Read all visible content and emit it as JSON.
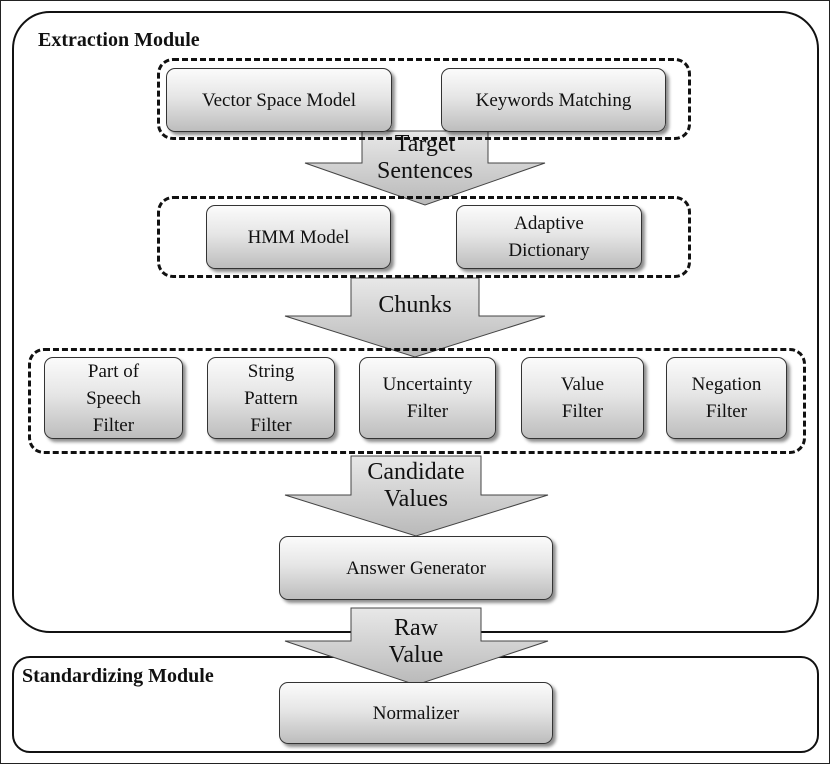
{
  "modules": {
    "extraction": {
      "title": "Extraction Module"
    },
    "standardizing": {
      "title": "Standardizing Module"
    }
  },
  "boxes": {
    "vector_space_model": "Vector Space Model",
    "keywords_matching": "Keywords Matching",
    "hmm_model": "HMM Model",
    "adaptive_dictionary": "Adaptive\nDictionary",
    "part_of_speech_filter": "Part of\nSpeech\nFilter",
    "string_pattern_filter": "String\nPattern\nFilter",
    "uncertainty_filter": "Uncertainty\nFilter",
    "value_filter": "Value\nFilter",
    "negation_filter": "Negation\nFilter",
    "answer_generator": "Answer Generator",
    "normalizer": "Normalizer"
  },
  "arrows": {
    "target_sentences": "Target\nSentences",
    "chunks": "Chunks",
    "candidate_values": "Candidate\nValues",
    "raw_value": "Raw\nValue"
  },
  "colors": {
    "box_top": "#fbfbfb",
    "box_bottom": "#bdbdbd",
    "arrow_top": "#e8e8e8",
    "arrow_bottom": "#b9b9b9",
    "border": "#111111"
  }
}
